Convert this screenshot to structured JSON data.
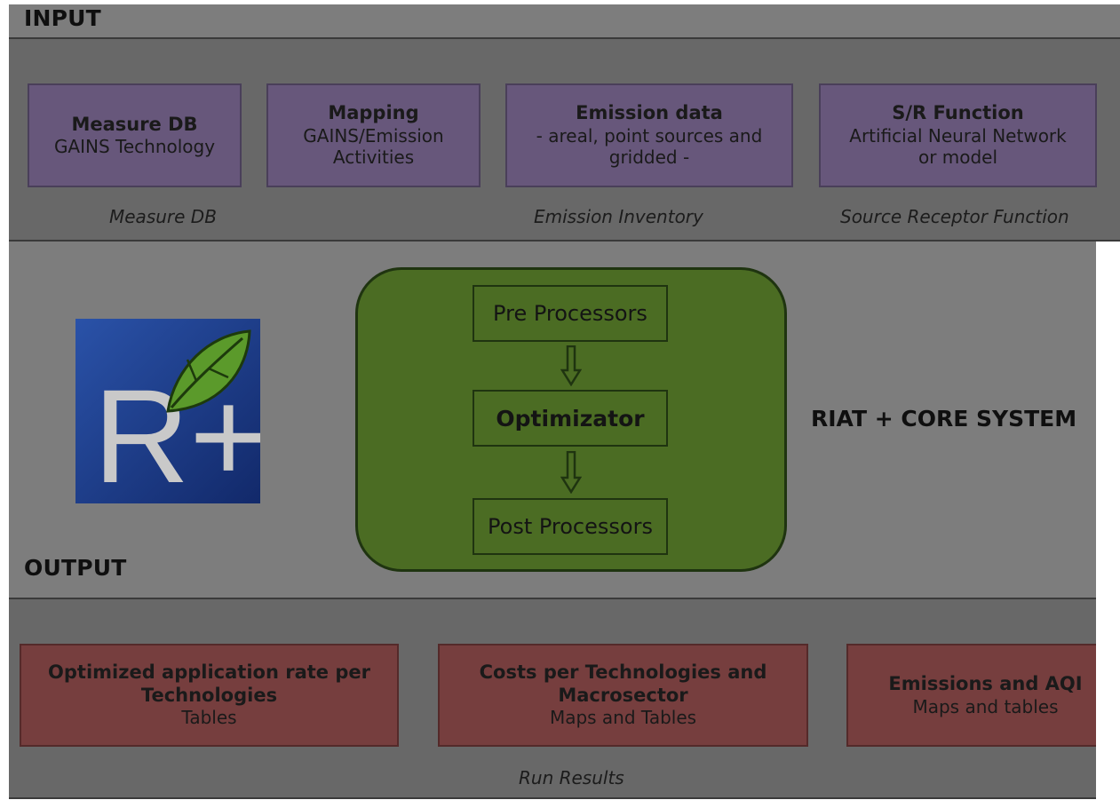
{
  "input": {
    "label": "INPUT",
    "boxes": [
      {
        "title": "Measure DB",
        "lines": [
          "GAINS Technology"
        ]
      },
      {
        "title": "Mapping",
        "lines": [
          "GAINS/Emission",
          "Activities"
        ]
      },
      {
        "title": "Emission data",
        "lines": [
          "- areal, point sources and",
          "gridded -"
        ]
      },
      {
        "title": "S/R Function",
        "lines": [
          "Artificial Neural Network",
          "or model"
        ]
      }
    ],
    "captions": [
      "Measure DB",
      "Emission Inventory",
      "Source Receptor Function"
    ]
  },
  "core": {
    "label": "RIAT + CORE SYSTEM",
    "steps": [
      "Pre Processors",
      "Optimizator",
      "Post Processors"
    ]
  },
  "logo": {
    "text": "R+",
    "icon": "leaf-icon"
  },
  "output": {
    "label": "OUTPUT",
    "boxes": [
      {
        "title_lines": [
          "Optimized application rate per",
          "Technologies"
        ],
        "subtitle": "Tables"
      },
      {
        "title_lines": [
          "Costs per Technologies and",
          "Macrosector"
        ],
        "subtitle": "Maps and Tables"
      },
      {
        "title_lines": [
          "Emissions and AQI"
        ],
        "subtitle": "Maps and tables"
      }
    ],
    "caption": "Run Results"
  },
  "colors": {
    "input_box": "#67577b",
    "output_box": "#763e3e",
    "core": "#4b6c23",
    "logo_blue": "#1c3e8a",
    "leaf": "#5b9a2b"
  }
}
